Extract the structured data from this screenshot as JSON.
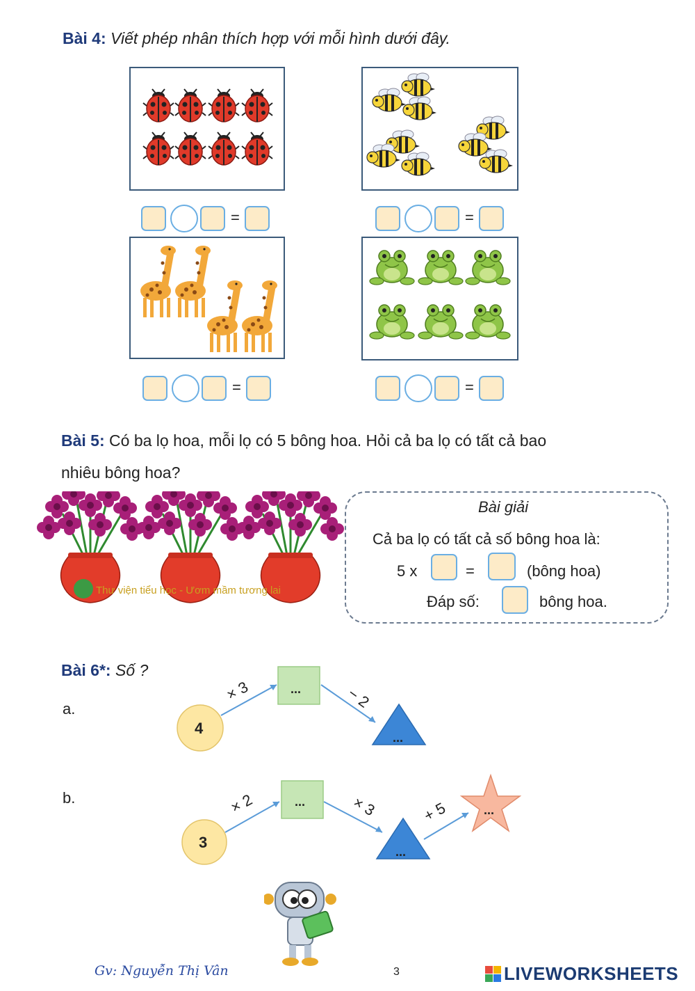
{
  "bai4": {
    "label": "Bài 4:",
    "text": " Viết phép nhân thích hợp với mỗi hình dưới đây.",
    "equals": "=",
    "groups": [
      {
        "picture": "ladybug",
        "count": 8
      },
      {
        "picture": "bee",
        "count": 9
      },
      {
        "picture": "giraffe",
        "count": 4
      },
      {
        "picture": "frog",
        "count": 6
      }
    ]
  },
  "bai5": {
    "label": "Bài 5:",
    "text_line1": " Có ba lọ hoa, mỗi lọ có 5 bông hoa. Hỏi cả ba lọ có tất cả bao",
    "text_line2": "nhiêu bông hoa?",
    "watermark": "Thư viện tiểu học - Ươm mầm tương lai",
    "solution": {
      "title": "Bài giải",
      "line1": "Cả ba lọ có tất cả số bông hoa là:",
      "calc_prefix": "5 x",
      "calc_equals": "=",
      "calc_unit": "(bông hoa)",
      "answer_label": "Đáp số:",
      "answer_unit": "bông hoa."
    }
  },
  "bai6": {
    "label": "Bài 6*:",
    "text": " Số ?",
    "a": {
      "label": "a.",
      "start": "4",
      "op1": "× 3",
      "op2": "− 2",
      "blank1": "...",
      "blank2": "..."
    },
    "b": {
      "label": "b.",
      "start": "3",
      "op1": "× 2",
      "op2": "× 3",
      "op3": "+ 5",
      "blank1": "...",
      "blank2": "...",
      "blank3": "..."
    }
  },
  "footer": {
    "teacher": "Gv: Nguyễn Thị Vân",
    "page": "3",
    "brand": "LIVEWORKSHEETS"
  },
  "colors": {
    "answer_box": "#fdebc8",
    "box_border": "#6aaee3",
    "circle_fill": "#fde7a3",
    "square_fill": "#c6e6b5",
    "triangle_fill": "#3c86d6",
    "star_fill": "#f8b89f",
    "heading": "#1f3a7a"
  }
}
